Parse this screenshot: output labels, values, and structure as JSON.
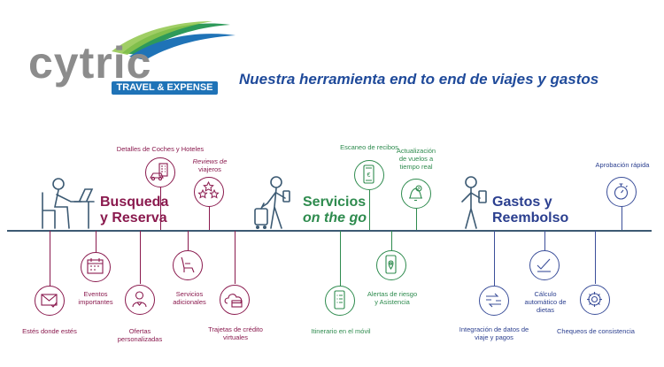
{
  "brand": {
    "logo_text": "cytric",
    "logo_badge": "TRAVEL & EXPENSE",
    "headline": "Nuestra herramienta end to end de viajes y gastos"
  },
  "colors": {
    "magenta": "#8a1a4e",
    "green": "#2e8b4e",
    "blue": "#2b3f8f",
    "timeline": "#3c5a73"
  },
  "sections": {
    "busqueda": [
      "Busqueda",
      "y Reserva"
    ],
    "servicios": [
      "Servicios",
      "on the go"
    ],
    "gastos": [
      "Gastos y",
      "Reembolso"
    ]
  },
  "steps": {
    "detalles": [
      "Detalles de Coches y Hoteles"
    ],
    "reviews": [
      "Reviews de",
      "viajeros"
    ],
    "estes": [
      "Estés donde estés"
    ],
    "eventos": [
      "Eventos",
      "importantes"
    ],
    "ofertas": [
      "Ofertas",
      "personalizadas"
    ],
    "servicios_adicionales": [
      "Servicios",
      "adicionales"
    ],
    "tarjetas": [
      "Trajetas de crédito",
      "virtuales"
    ],
    "escaneo": [
      "Escaneo de recibos"
    ],
    "actualizacion": [
      "Actualización",
      "de vuelos a",
      "tiempo real"
    ],
    "itinerario": [
      "Itinerario en el móvil"
    ],
    "alertas": [
      "Alertas de riesgo",
      "y Asistencia"
    ],
    "aprobacion": [
      "Aprobación rápida"
    ],
    "integracion": [
      "Integración de datos de",
      "viaje y pagos"
    ],
    "calculo": [
      "Cálculo",
      "automático de",
      "dietas"
    ],
    "chequeos": [
      "Chequeos de consistencia"
    ]
  },
  "icons": {
    "detalles": "car-hotel-icon",
    "reviews": "stars-icon",
    "estes": "envelope-icon",
    "eventos": "calendar-icon",
    "ofertas": "person-icon",
    "servicios_adicionales": "seat-icon",
    "tarjetas": "cloud-cards-icon",
    "escaneo": "phone-euro-icon",
    "actualizacion": "bell-clock-icon",
    "itinerario": "phone-list-icon",
    "alertas": "phone-pin-icon",
    "aprobacion": "stopwatch-icon",
    "integracion": "arrows-icon",
    "calculo": "check-icon",
    "chequeos": "gear-icon"
  }
}
